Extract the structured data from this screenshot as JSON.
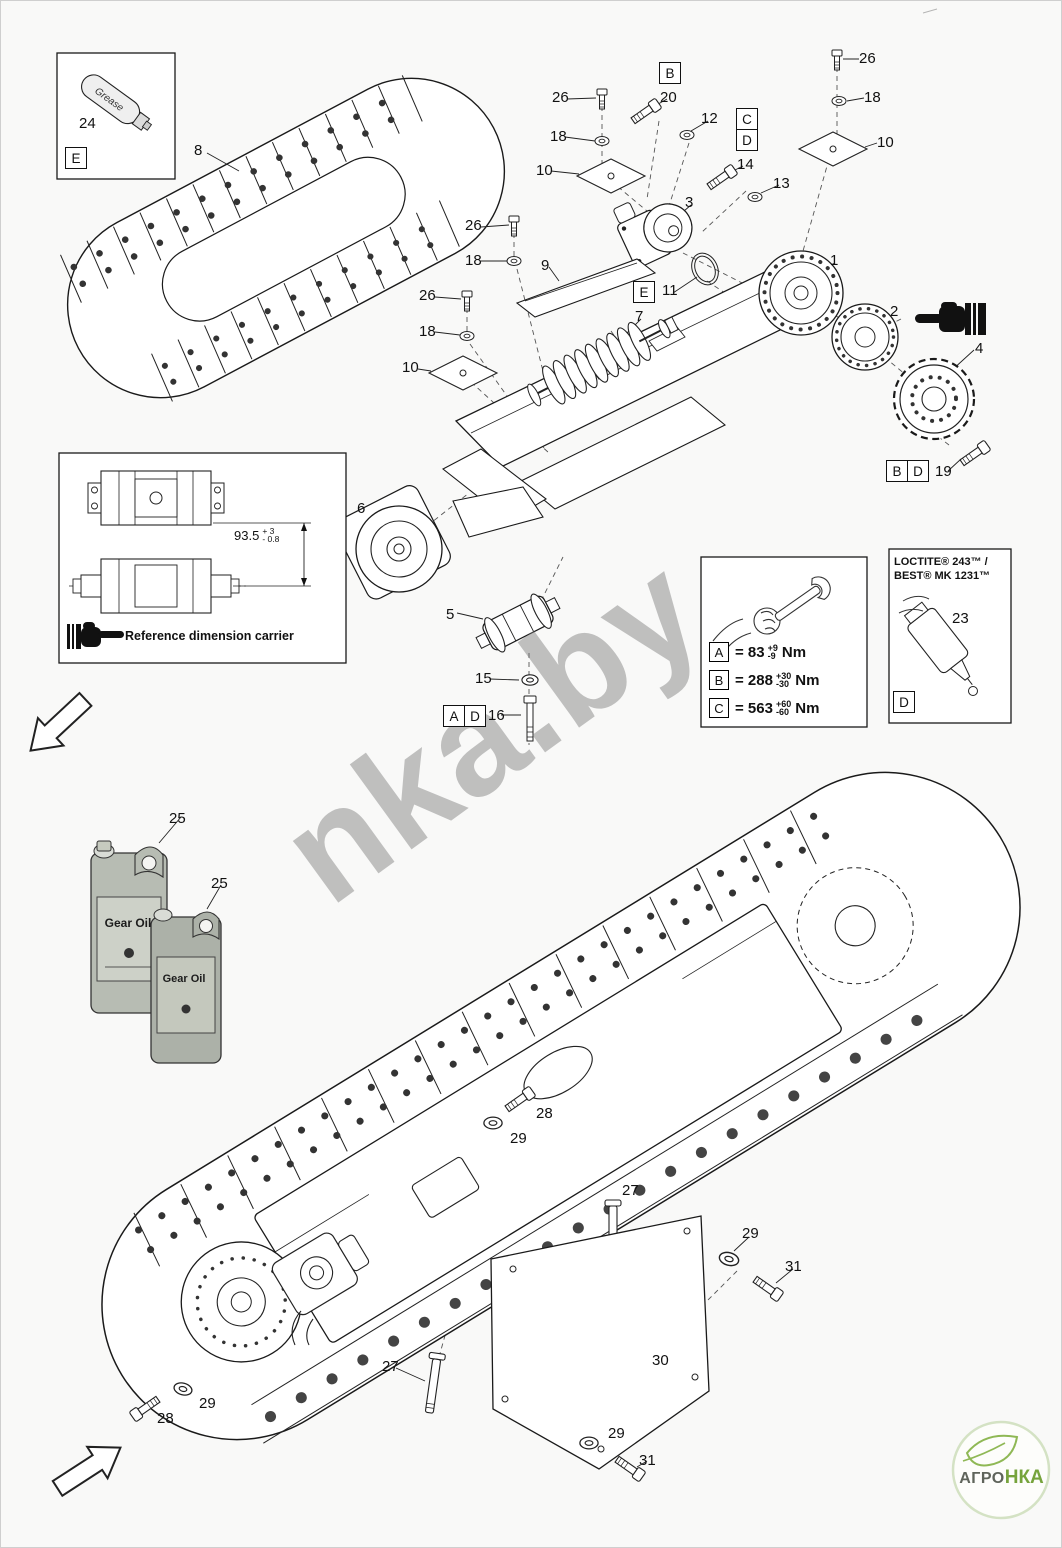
{
  "watermark": "nka.by",
  "grease_box": {
    "label": "Grease",
    "part": "24",
    "letter": "E"
  },
  "reference_box": {
    "dim_value": "93.5",
    "dim_tol_up": "+ 3",
    "dim_tol_down": "- 0.8",
    "caption": "Reference dimension carrier"
  },
  "torque_box": {
    "rows": [
      {
        "letter": "A",
        "value": "= 83",
        "tol_up": "+9",
        "tol_down": "-9",
        "unit": "Nm"
      },
      {
        "letter": "B",
        "value": "= 288",
        "tol_up": "+30",
        "tol_down": "-30",
        "unit": "Nm"
      },
      {
        "letter": "C",
        "value": "= 563",
        "tol_up": "+60",
        "tol_down": "-60",
        "unit": "Nm"
      }
    ]
  },
  "loctite_box": {
    "line1": "LOCTITE® 243™ /",
    "line2": "BEST® MK 1231™",
    "part": "23",
    "letter": "D"
  },
  "gear_oil": {
    "label": "Gear Oil"
  },
  "callouts": [
    "24",
    "8",
    "26",
    "18",
    "10",
    "20",
    "12",
    "14",
    "13",
    "3",
    "26",
    "18",
    "10",
    "26",
    "18",
    "9",
    "11",
    "1",
    "26",
    "7",
    "18",
    "2",
    "10",
    "4",
    "19",
    "6",
    "5",
    "15",
    "16",
    "23",
    "25",
    "25",
    "28",
    "29",
    "27",
    "29",
    "31",
    "30",
    "27",
    "29",
    "28",
    "29",
    "31"
  ],
  "letter_boxes": [
    "E",
    "B",
    "C",
    "D",
    "E",
    "B",
    "D",
    "A",
    "D",
    "D"
  ],
  "logo": {
    "part1": "АГРО",
    "part2": "НКА"
  },
  "colors": {
    "logo_green": "#76a33c",
    "logo_gray": "#5f645b",
    "watermark_gray": "rgba(120,120,120,0.45)",
    "canister_body": "#b7bcb3",
    "line_art": "#1a1a1a"
  }
}
